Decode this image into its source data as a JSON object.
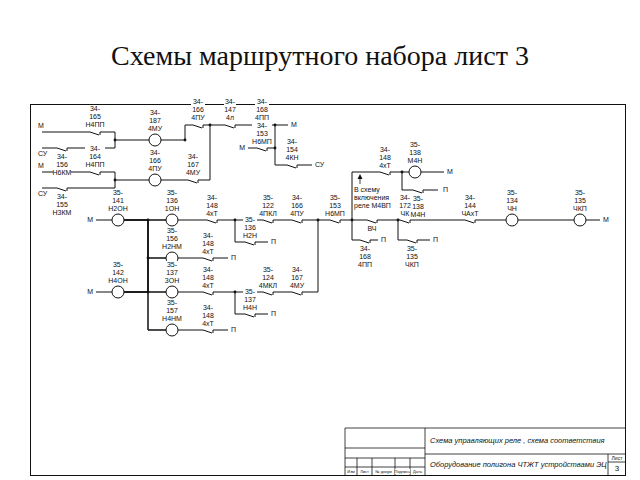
{
  "diagram": {
    "title": "Схемы маршрутного набора лист 3",
    "nodes": [
      {
        "text": [
          "34-187 4МУ"
        ]
      },
      {
        "text": [
          "34-166 4ПУ"
        ]
      },
      {
        "text": [
          "35-141 Н2ОН"
        ]
      },
      {
        "text": [
          "35-136 1ОН"
        ]
      },
      {
        "text": [
          "35-138 М4Н"
        ]
      },
      {
        "text": [
          "35-134 ЧН"
        ]
      },
      {
        "text": [
          "35-135 ЧКП"
        ]
      },
      {
        "text": [
          "35-156 Н2НМ"
        ]
      },
      {
        "text": [
          "35-142 Н4ОН"
        ]
      },
      {
        "text": [
          "35-137 3ОН"
        ]
      },
      {
        "text": [
          "35-157 Н4НМ"
        ]
      }
    ],
    "edges": [
      {
        "from": 2,
        "to": 3,
        "arrow": "none"
      },
      {
        "from": 2,
        "to": 7,
        "arrow": "none"
      },
      {
        "from": 2,
        "to": 9,
        "arrow": "none"
      },
      {
        "from": 2,
        "to": 10,
        "arrow": "none"
      },
      {
        "from": 8,
        "to": 3,
        "arrow": "none"
      },
      {
        "from": 8,
        "to": 7,
        "arrow": "none"
      },
      {
        "from": 8,
        "to": 9,
        "arrow": "none"
      },
      {
        "from": 8,
        "to": 10,
        "arrow": "none"
      },
      {
        "from": 5,
        "to": 6,
        "arrow": "none"
      }
    ],
    "labels": [
      "М",
      "СУ",
      "34-156 Н6КМ",
      "34-165 Н4ПП",
      "34-166 4ПУ",
      "34-147 4л",
      "34-168 4ПП",
      "М",
      "34-153 Н6МП",
      "М",
      "34-154 4КН",
      "СУ",
      "М",
      "СУ",
      "34-164 Н4ПП",
      "34-155 Н3КМ",
      "34-167 4МУ",
      "М",
      "34-148 4хТ",
      "35-122 4ПКЛ",
      "34-166 4ПУ",
      "35-153 Н6МП",
      "ВЧ",
      "34-172 ЧК",
      "34-144 ЧАхТ",
      "М",
      "35-136 Н2Н",
      "П",
      "34-148 4хТ",
      "П",
      "М",
      "34-148 4хТ",
      "35-124 4МКЛ",
      "34-167 4МУ",
      "35-137 Н4Н",
      "П",
      "34-148 4хТ",
      "П",
      "34-148 4хТ",
      "М",
      "35-138 М4Н",
      "П",
      "В схему включения реле М4ВП",
      "34-168 4ПП",
      "П",
      "35-135 ЧКП",
      "П",
      "Схема управляющих реле , схема соответствия",
      "Оборудование полигона ЧТЖТ устройствами ЭЦ",
      "Лист",
      "3",
      "Изм",
      "Лист",
      "№ докум",
      "Подпись",
      "Дата"
    ]
  }
}
